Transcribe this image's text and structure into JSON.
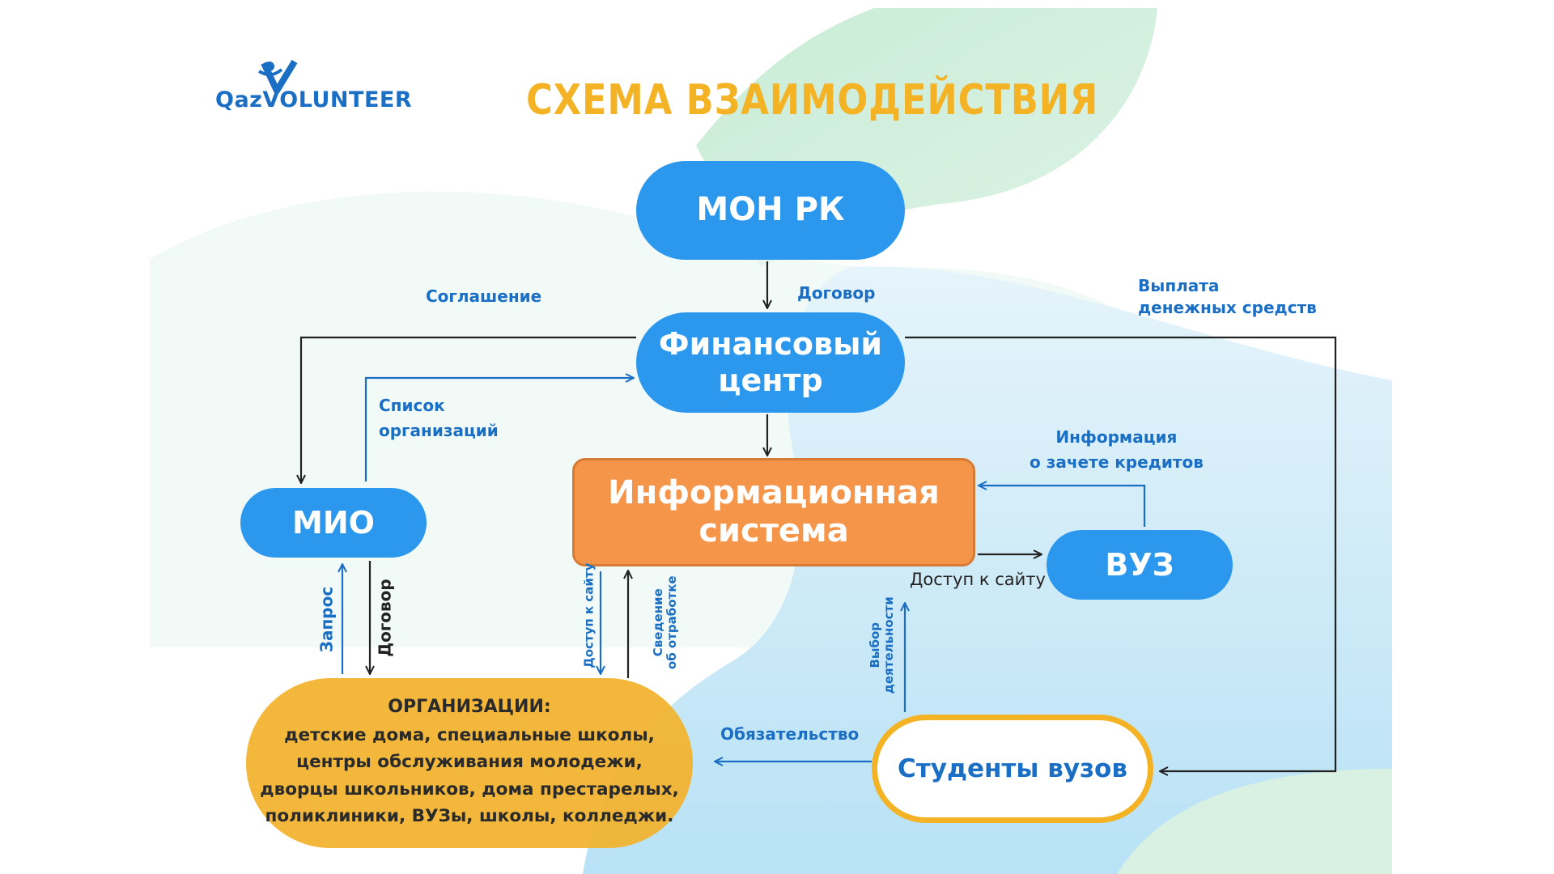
{
  "colors": {
    "title": "#f4b324",
    "node_blue": "#2b98ee",
    "node_orange": "#f5954a",
    "node_yellow": "#f2b32c",
    "label_blue": "#1a6fc4",
    "arrow_dark": "#222222",
    "arrow_blue": "#1a6fc4"
  },
  "logo": {
    "text": "QazVOLUNTEER",
    "icon": "volunteer-logo-icon"
  },
  "title": "СХЕМА ВЗАИМОДЕЙСТВИЯ",
  "nodes": {
    "mon": "МОН РК",
    "fin": "Финансовый\nцентр",
    "is": "Информационная\nсистема",
    "mio": "МИО",
    "vuz": "ВУЗ",
    "students": "Студенты  вузов",
    "org_title": "ОРГАНИЗАЦИИ:",
    "org_body": "детские дома, специальные школы,\nцентры обслуживания молодежи,\nдворцы школьников, дома престарелых,\nполиклиники, ВУЗы, школы, колледжи."
  },
  "labels": {
    "agreement": "Соглашение",
    "contract_top": "Договор",
    "payment": "Выплата\nденежных средств",
    "org_list": "Список\nорганизаций",
    "credit_info": "Информация\nо зачете кредитов",
    "site_access_vuz": "Доступ к сайту",
    "request": "Запрос",
    "contract_mio": "Договор",
    "site_access_org": "Доступ к сайту",
    "work_report": "Сведение\nоб отработке",
    "activity_choice": "Выбор\nдеятельности",
    "obligation": "Обязательство"
  }
}
